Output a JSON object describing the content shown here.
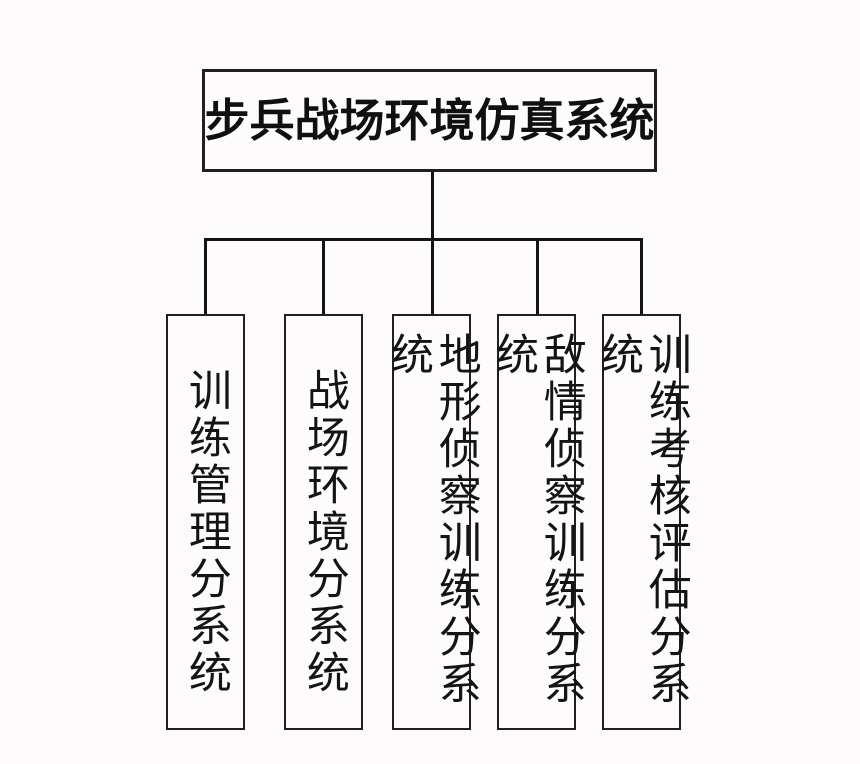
{
  "diagram": {
    "type": "hierarchy-tree",
    "title": "步兵战场环境仿真系统",
    "root": {
      "label": "步兵战场环境仿真系统",
      "name": "root-node"
    },
    "children": [
      {
        "label": "训练管理分系统",
        "name": "child-node-training-management"
      },
      {
        "label": "战场环境分系统",
        "name": "child-node-battlefield-environment"
      },
      {
        "label": "地形侦察训练分系统",
        "name": "child-node-terrain-recon-training"
      },
      {
        "label": "敌情侦察训练分系统",
        "name": "child-node-enemy-recon-training"
      },
      {
        "label": "训练考核评估分系统",
        "name": "child-node-training-assessment"
      }
    ],
    "colors": {
      "background": "#fdfbfc",
      "border": "#231f20",
      "text": "#141414",
      "connector": "#141414"
    }
  }
}
